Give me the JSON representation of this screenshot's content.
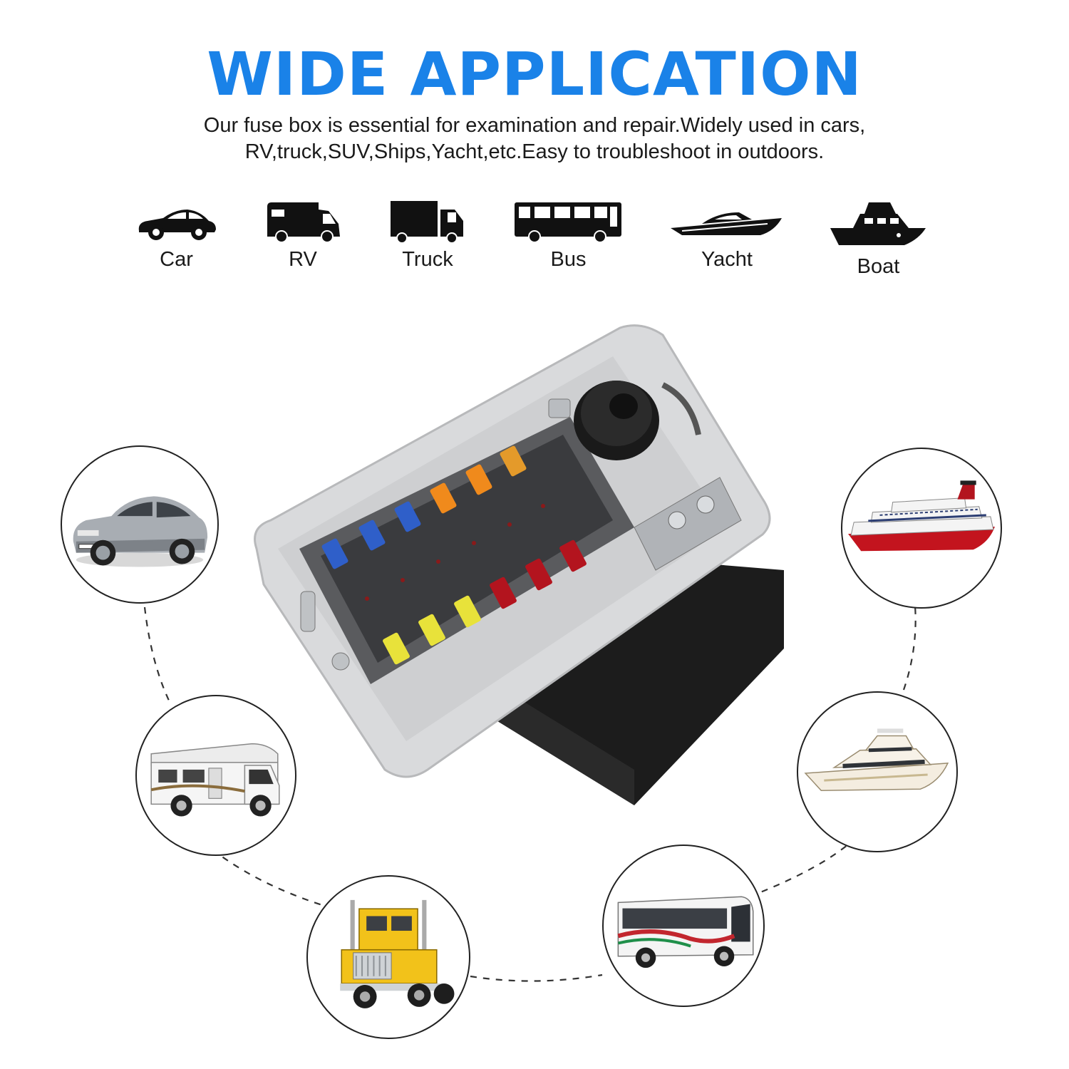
{
  "header": {
    "title": "WIDE APPLICATION",
    "subtitle_line1": "Our fuse box is essential for examination and repair.Widely used in cars,",
    "subtitle_line2": "RV,truck,SUV,Ships,Yacht,etc.Easy to troubleshoot in outdoors."
  },
  "applications": [
    {
      "label": "Car",
      "icon": "car-icon"
    },
    {
      "label": "RV",
      "icon": "rv-icon"
    },
    {
      "label": "Truck",
      "icon": "truck-icon"
    },
    {
      "label": "Bus",
      "icon": "bus-icon"
    },
    {
      "label": "Yacht",
      "icon": "yacht-icon"
    },
    {
      "label": "Boat",
      "icon": "boat-icon"
    }
  ],
  "colors": {
    "title_blue": "#1a82e8",
    "fuse_blue": "#2f5fc9",
    "fuse_orange": "#f08a1c",
    "fuse_red": "#b3141e",
    "fuse_yellow": "#e8e23a",
    "base_black": "#1c1c1c"
  }
}
